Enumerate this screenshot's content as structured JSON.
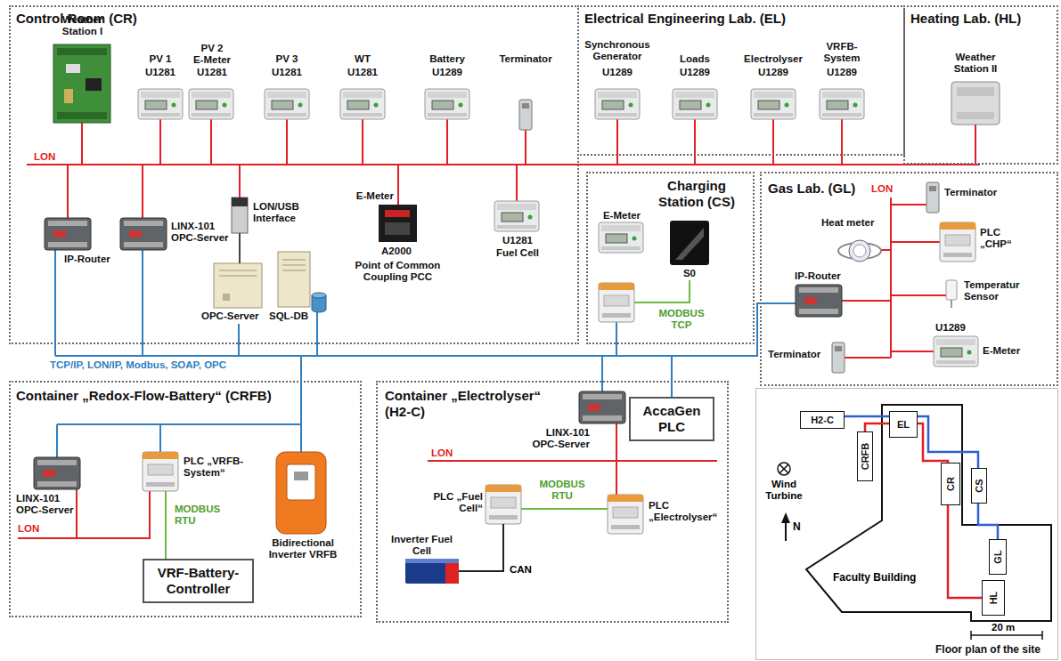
{
  "diagram": {
    "nodes": [
      {
        "text": [
          "Control Room (CR)"
        ]
      },
      {
        "text": [
          "Electrical Engineering Lab. (EL)"
        ]
      },
      {
        "text": [
          "Heating Lab. (HL)"
        ]
      },
      {
        "text": [
          "Charging Station (CS)"
        ]
      },
      {
        "text": [
          "Gas Lab. (GL)"
        ]
      },
      {
        "text": [
          "Container „Redox-Flow-Battery“ (CRFB)"
        ]
      },
      {
        "text": [
          "Container „Electrolyser“ (H2-C)"
        ]
      },
      {
        "text": [
          "Floor plan of the site"
        ]
      },
      {
        "text": [
          "Weather Station I"
        ],
        "in": 0
      },
      {
        "text": [
          "PV 1",
          "U1281"
        ],
        "in": 0
      },
      {
        "text": [
          "PV 2",
          "E-Meter",
          "U1281"
        ],
        "in": 0
      },
      {
        "text": [
          "PV 3",
          "U1281"
        ],
        "in": 0
      },
      {
        "text": [
          "WT",
          "U1281"
        ],
        "in": 0
      },
      {
        "text": [
          "Battery",
          "U1289"
        ],
        "in": 0
      },
      {
        "text": [
          "Terminator"
        ],
        "in": 0
      },
      {
        "text": [
          "Synchronous Generator",
          "U1289"
        ],
        "in": 1
      },
      {
        "text": [
          "Loads",
          "U1289"
        ],
        "in": 1
      },
      {
        "text": [
          "Electrolyser",
          "U1289"
        ],
        "in": 1
      },
      {
        "text": [
          "VRFB-System",
          "U1289"
        ],
        "in": 1
      },
      {
        "text": [
          "Weather Station II"
        ],
        "in": 2
      },
      {
        "text": [
          "IP-Router"
        ],
        "in": 0
      },
      {
        "text": [
          "LINX-101 OPC-Server"
        ],
        "in": 0
      },
      {
        "text": [
          "LON/USB Interface"
        ],
        "in": 0
      },
      {
        "text": [
          "OPC-Server"
        ],
        "in": 0
      },
      {
        "text": [
          "SQL-DB"
        ],
        "in": 0
      },
      {
        "text": [
          "E-Meter",
          "A2000",
          "Point of Common Coupling PCC"
        ],
        "in": 0
      },
      {
        "text": [
          "U1281",
          "Fuel Cell"
        ],
        "in": 0
      },
      {
        "text": [
          "E-Meter"
        ],
        "in": 3
      },
      {
        "text": [
          "S0"
        ],
        "in": 3
      },
      {
        "text": [
          "Terminator"
        ],
        "in": 4
      },
      {
        "text": [
          "Heat meter"
        ],
        "in": 4
      },
      {
        "text": [
          "PLC „CHP“"
        ],
        "in": 4
      },
      {
        "text": [
          "IP-Router"
        ],
        "in": 4
      },
      {
        "text": [
          "Temperatur Sensor"
        ],
        "in": 4
      },
      {
        "text": [
          "Terminator"
        ],
        "in": 4
      },
      {
        "text": [
          "U1289",
          "E-Meter"
        ],
        "in": 4
      },
      {
        "text": [
          "LINX-101 OPC-Server"
        ],
        "in": 5
      },
      {
        "text": [
          "PLC „VRFB-System“"
        ],
        "in": 5
      },
      {
        "text": [
          "Bidirectional Inverter VRFB"
        ],
        "in": 5
      },
      {
        "text": [
          "VRF-Battery-Controller"
        ],
        "in": 5
      },
      {
        "text": [
          "LINX-101 OPC-Server"
        ],
        "in": 6
      },
      {
        "text": [
          "AccaGen PLC"
        ],
        "in": 6
      },
      {
        "text": [
          "PLC „Fuel Cell“"
        ],
        "in": 6
      },
      {
        "text": [
          "Inverter Fuel Cell"
        ],
        "in": 6
      },
      {
        "text": [
          "PLC „Electrolyser“"
        ],
        "in": 6
      },
      {
        "text": [
          "H2-C"
        ],
        "in": 7
      },
      {
        "text": [
          "CRFB"
        ],
        "in": 7
      },
      {
        "text": [
          "EL"
        ],
        "in": 7
      },
      {
        "text": [
          "CR"
        ],
        "in": 7
      },
      {
        "text": [
          "CS"
        ],
        "in": 7
      },
      {
        "text": [
          "GL"
        ],
        "in": 7
      },
      {
        "text": [
          "HL"
        ],
        "in": 7
      }
    ],
    "edges": [
      {
        "from": 22,
        "to": 23,
        "arrow": "none"
      },
      {
        "from": 37,
        "to": 39,
        "label": "MODBUS RTU",
        "arrow": "none"
      },
      {
        "from": 42,
        "to": 44,
        "label": "MODBUS RTU",
        "arrow": "none"
      },
      {
        "from": 43,
        "to": 42,
        "label": "CAN",
        "arrow": "none"
      }
    ],
    "labels": [
      "LON",
      "TCP/IP, LON/IP, Modbus, SOAP, OPC",
      "MODBUS TCP",
      "LON",
      "LON",
      "LON",
      "Faculty Building",
      "Wind Turbine",
      "N",
      "20 m"
    ]
  }
}
